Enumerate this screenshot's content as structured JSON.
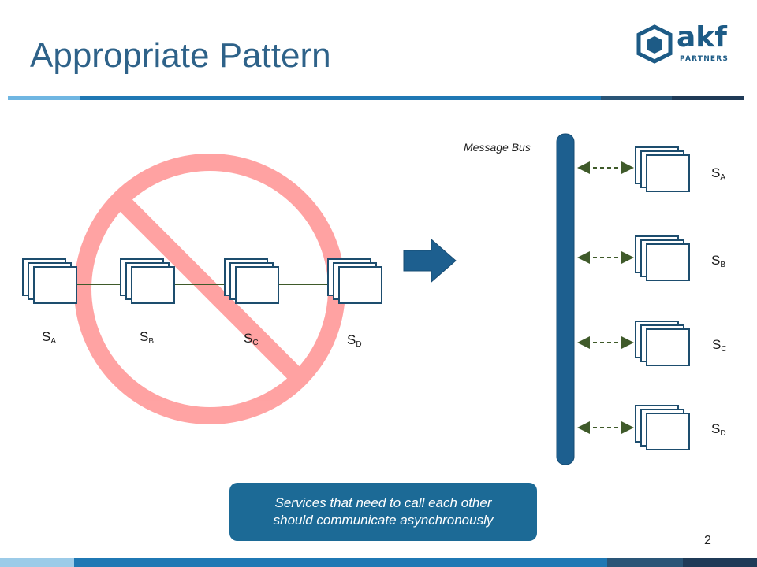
{
  "slide": {
    "title": "Appropriate Pattern",
    "page_number": "2"
  },
  "logo": {
    "brand": "akf",
    "subtitle": "PARTNERS"
  },
  "left_pattern": {
    "services": [
      {
        "letter": "S",
        "sub": "A"
      },
      {
        "letter": "S",
        "sub": "B"
      },
      {
        "letter": "S",
        "sub": "C"
      },
      {
        "letter": "S",
        "sub": "D"
      }
    ],
    "prohibition_color": "#ff9e9e",
    "link_color": "#3f5a2a"
  },
  "right_pattern": {
    "bus_label": "Message Bus",
    "services": [
      {
        "letter": "S",
        "sub": "A"
      },
      {
        "letter": "S",
        "sub": "B"
      },
      {
        "letter": "S",
        "sub": "C"
      },
      {
        "letter": "S",
        "sub": "D"
      }
    ],
    "bus_color": "#1d5f8f",
    "link_color": "#3f5a2a"
  },
  "callout": {
    "text": "Services that need to call each other\nshould communicate asynchronously"
  },
  "colors": {
    "accent": "#1d5f8f",
    "title": "#2e6289",
    "band_light": "#6fb6e2",
    "band_mid": "#1f78b4",
    "band_dark": "#1f3a57"
  }
}
